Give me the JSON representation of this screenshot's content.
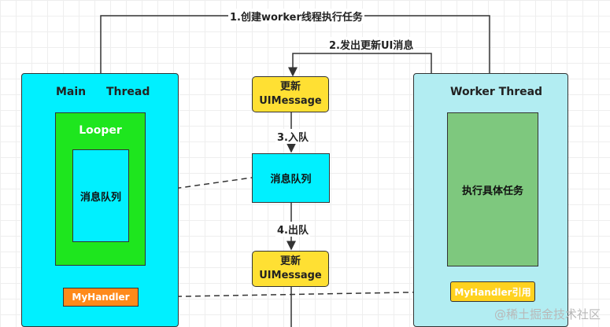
{
  "main_thread": {
    "word1": "Main",
    "word2": "Thread"
  },
  "worker_thread": {
    "title": "Worker Thread"
  },
  "looper": {
    "label": "Looper"
  },
  "inner_queue": {
    "label": "消息队列"
  },
  "message_top": {
    "line1": "更新",
    "line2": "UIMessage"
  },
  "message_bottom": {
    "line1": "更新",
    "line2": "UIMessage"
  },
  "queue": {
    "label": "消息队列"
  },
  "task": {
    "label": "执行具体任务"
  },
  "handler": {
    "label": "MyHandler"
  },
  "handler_ref": {
    "label": "MyHandler引用"
  },
  "steps": {
    "s1": "1.创建worker线程执行任务",
    "s2": "2.发出更新UI消息",
    "s3": "3.入队",
    "s4": "4.出队"
  },
  "watermark": "@稀土掘金技术社区",
  "colors": {
    "main_thread": "#00f0ff",
    "worker_thread": "#b2edf2",
    "looper": "#1ee61e",
    "message": "#ffe033",
    "task": "#7ec87e",
    "handler": "#ff8a1a",
    "handler_ref": "#ffd21f"
  }
}
